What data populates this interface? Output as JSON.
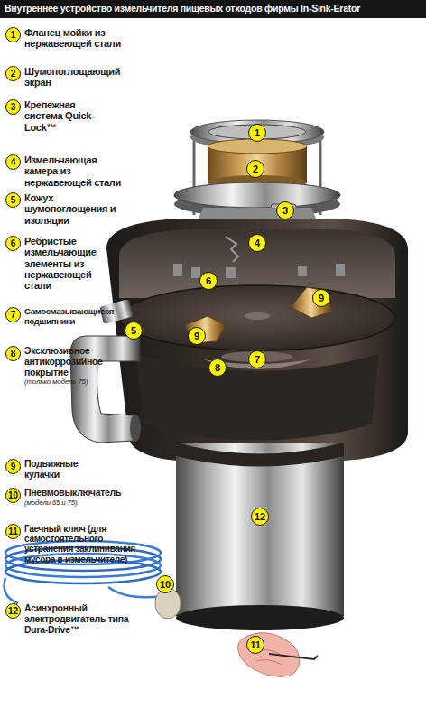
{
  "diagram": {
    "title": "Внутреннее устройство измельчителя пищевых отходов фирмы In-Sink-Erator",
    "nodes": [
      {
        "text": [
          "1",
          "Фланец мойки из нержавеющей стали"
        ]
      },
      {
        "text": [
          "2",
          "Шумопоглощающий экран"
        ]
      },
      {
        "text": [
          "3",
          "Крепежная система Quick-Lock™"
        ]
      },
      {
        "text": [
          "4",
          "Измельчающая камера из нержавеющей стали"
        ]
      },
      {
        "text": [
          "5",
          "Кожух шумопоглощения и изоляции"
        ]
      },
      {
        "text": [
          "6",
          "Ребристые измельчающие элементы из нержавеющей стали"
        ]
      },
      {
        "text": [
          "7",
          "Самосмазывающиеся подшипники"
        ]
      },
      {
        "text": [
          "8",
          "Эксклюзивное антикоррозийное покрытие",
          "(только модель 75)"
        ]
      },
      {
        "text": [
          "9",
          "Подвижные кулачки"
        ]
      },
      {
        "text": [
          "10",
          "Пневмовыключатель",
          "(модели 65 и 75)"
        ]
      },
      {
        "text": [
          "11",
          "Гаечный ключ (для самостоятельного устранения заклинивания мусора в измельчителе)"
        ]
      },
      {
        "text": [
          "12",
          "Асинхронный электродвигатель типа Dura-Drive™"
        ]
      },
      {
        "text": [
          "1"
        ]
      },
      {
        "text": [
          "2"
        ]
      },
      {
        "text": [
          "3"
        ]
      },
      {
        "text": [
          "4"
        ]
      },
      {
        "text": [
          "6"
        ]
      },
      {
        "text": [
          "9"
        ]
      },
      {
        "text": [
          "5"
        ]
      },
      {
        "text": [
          "9"
        ]
      },
      {
        "text": [
          "7"
        ]
      },
      {
        "text": [
          "8"
        ]
      },
      {
        "text": [
          "12"
        ]
      },
      {
        "text": [
          "10"
        ]
      },
      {
        "text": [
          "11"
        ]
      }
    ]
  }
}
